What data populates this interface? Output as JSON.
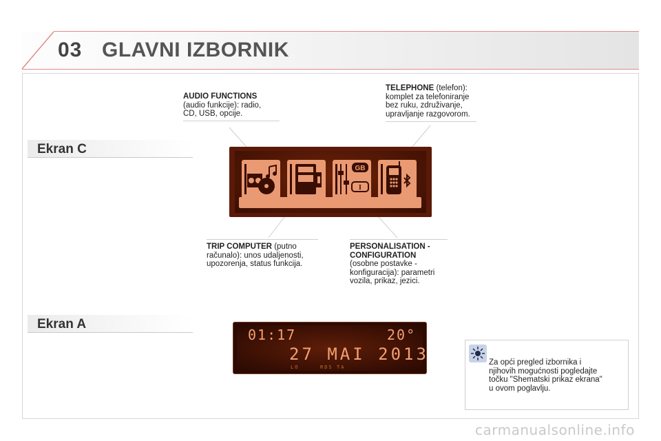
{
  "header": {
    "chapter_number": "03",
    "title": "GLAVNI IZBORNIK"
  },
  "sections": {
    "ekran_c": "Ekran C",
    "ekran_a": "Ekran A"
  },
  "callouts": {
    "audio": {
      "heading": "AUDIO FUNCTIONS",
      "line1": "(audio funkcije): radio,",
      "line2": "CD, USB, opcije."
    },
    "telephone": {
      "heading": "TELEPHONE",
      "heading_suffix": " (telefon):",
      "line1": "komplet za telefoniranje",
      "line2": "bez ruku, združivanje,",
      "line3": "upravljanje razgovorom."
    },
    "trip": {
      "heading": "TRIP COMPUTER",
      "heading_suffix": " (putno",
      "line1": "računalo): unos udaljenosti,",
      "line2": "upozorenja, status funkcija."
    },
    "personalisation": {
      "heading1": "PERSONALISATION -",
      "heading2": "CONFIGURATION",
      "line1": "(osobne postavke -",
      "line2": "konfiguracija): parametri",
      "line3": "vozila, prikaz, jezici."
    }
  },
  "screen_c": {
    "icons": [
      "audio-icon",
      "trip-computer-icon",
      "personalisation-icon",
      "telephone-icon"
    ],
    "personalisation_badge_top": "GB",
    "personalisation_badge_bottom": "I"
  },
  "screen_a": {
    "time": "01:17",
    "temperature": "20°",
    "date": "27 MAI 2013",
    "status_lo": "LO",
    "status_rds": "RDS",
    "status_ta": "TA"
  },
  "note": {
    "line1": "Za opći pregled izbornika i",
    "line2": "njihovih mogućnosti pogledajte",
    "line3": "točku \"Shematski prikaz ekrana\"",
    "line4": "u ovom poglavlju."
  },
  "watermark": "carmanualsonline.info",
  "colors": {
    "accent_red": "#e38b8b",
    "screen_bg": "#5a1a07",
    "icon_tile": "#ea9a72",
    "lcd_text": "#f4a070"
  }
}
